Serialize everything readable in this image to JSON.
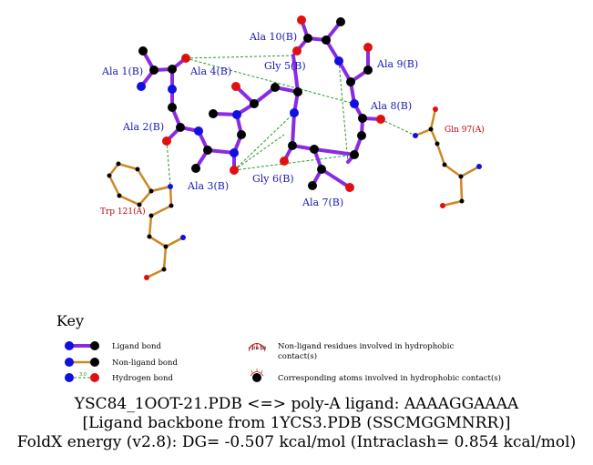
{
  "labels": {
    "ala1": "Ala 1(B)",
    "ala2": "Ala 2(B)",
    "ala3": "Ala 3(B)",
    "ala4": "Ala 4(B)",
    "gly5": "Gly 5(B)",
    "gly6": "Gly 6(B)",
    "ala7": "Ala 7(B)",
    "ala8": "Ala 8(B)",
    "ala9": "Ala 9(B)",
    "ala10": "Ala 10(B)",
    "gln97": "Gln 97(A)",
    "trp121": "Trp 121(A)"
  },
  "key": {
    "title": "Key",
    "ligand_bond": "Ligand bond",
    "nonligand_bond": "Non-ligand bond",
    "hbond": "Hydrogen bond",
    "hbond_dist": "3.0",
    "hydro_residue_line1": "Non-ligand residues involved in hydrophobic",
    "hydro_residue_line2": "contact(s)",
    "hydro_residue_sample": "His 53",
    "hydro_atoms": "Corresponding atoms involved in hydrophobic contact(s)"
  },
  "caption": {
    "line1": "YSC84_1OOT-21.PDB <=> poly-A ligand: AAAAGGAAAA",
    "line2": "[Ligand backbone from 1YCS3.PDB (SSCMGGMNRR)]",
    "line3": "FoldX energy (v2.8): DG= -0.507 kcal/mol (Intraclash= 0.854 kcal/mol)"
  },
  "colors": {
    "ligand_bond": "#8a2be2",
    "nonligand_bond": "#cc8822",
    "hbond": "#2a9a2a",
    "carbon": "#000000",
    "nitrogen": "#1010e0",
    "oxygen": "#e01010",
    "ligand_label": "#1a1ab4",
    "residue_label": "#c00000"
  }
}
